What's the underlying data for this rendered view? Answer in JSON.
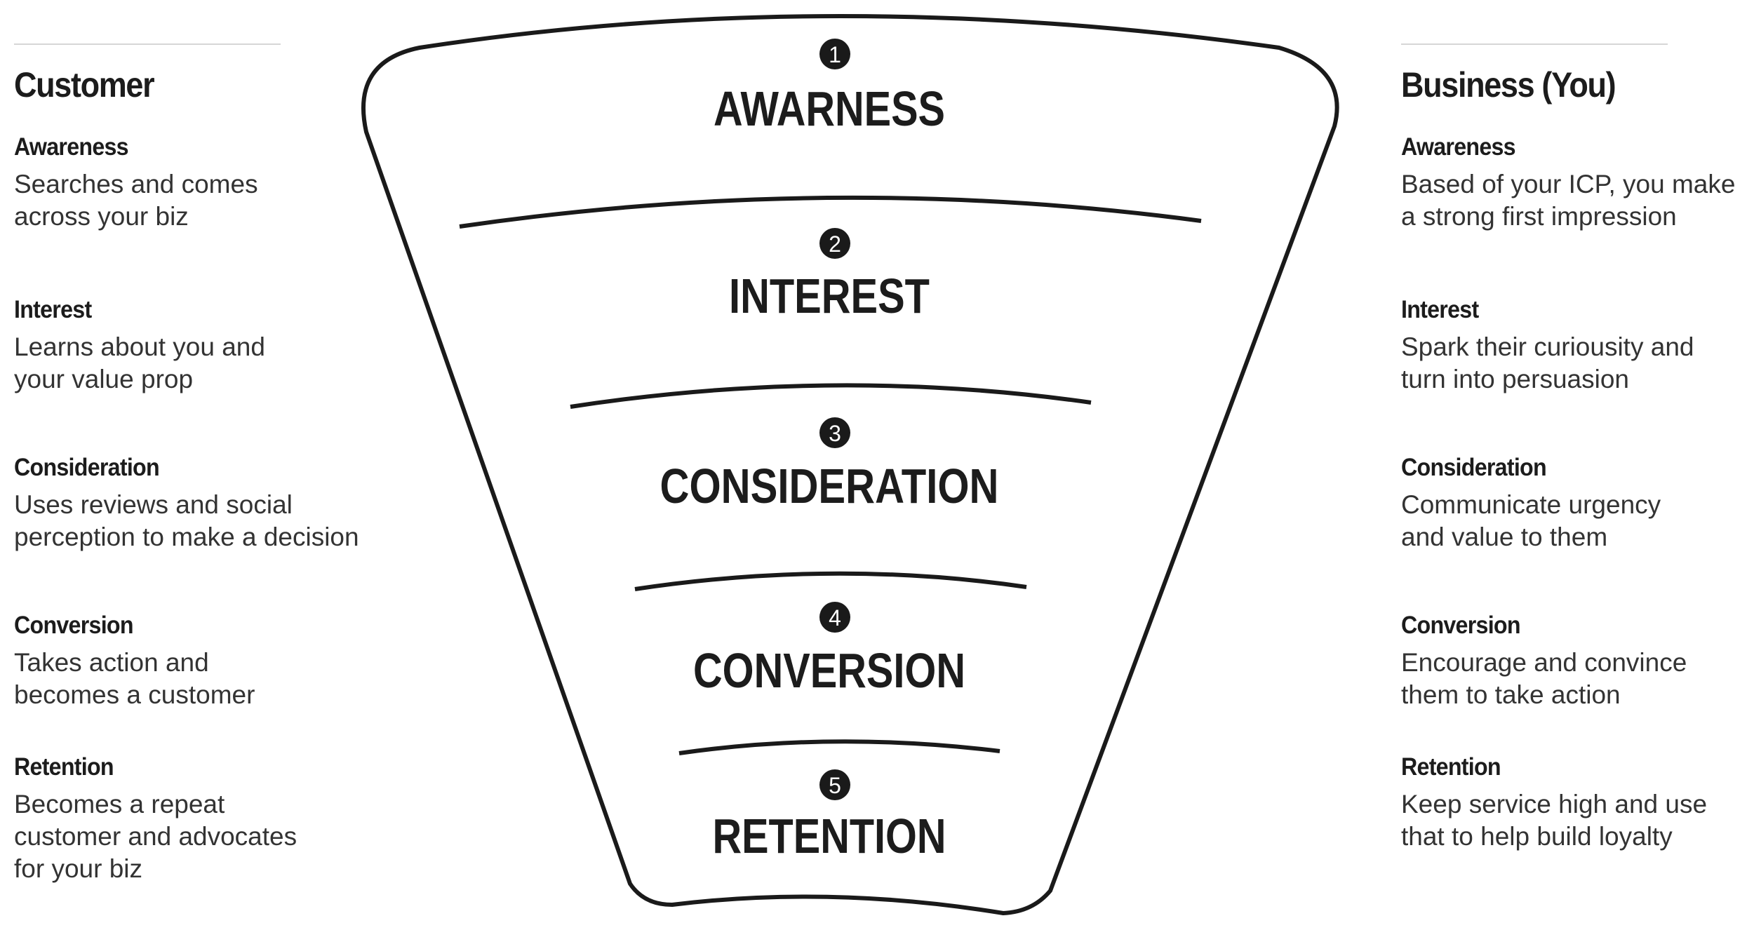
{
  "customer": {
    "title": "Customer",
    "items": [
      {
        "title": "Awareness",
        "text": "Searches and comes\nacross your biz"
      },
      {
        "title": "Interest",
        "text": "Learns about you and\nyour value prop"
      },
      {
        "title": "Consideration",
        "text": "Uses reviews and social\nperception to make a decision"
      },
      {
        "title": "Conversion",
        "text": "Takes action and\nbecomes a customer"
      },
      {
        "title": "Retention",
        "text": "Becomes a repeat\ncustomer and advocates\nfor your biz"
      }
    ]
  },
  "business": {
    "title": "Business (You)",
    "items": [
      {
        "title": "Awareness",
        "text": "Based of your ICP, you make\na strong first impression"
      },
      {
        "title": "Interest",
        "text": "Spark their curiousity and\nturn into persuasion"
      },
      {
        "title": "Consideration",
        "text": "Communicate urgency\nand value to them"
      },
      {
        "title": "Conversion",
        "text": "Encourage and convince\nthem to take action"
      },
      {
        "title": "Retention",
        "text": "Keep service high and use\nthat to help build loyalty"
      }
    ]
  },
  "funnel": {
    "stages": [
      {
        "number": "1",
        "label": "AWARNESS"
      },
      {
        "number": "2",
        "label": "INTEREST"
      },
      {
        "number": "3",
        "label": "CONSIDERATION"
      },
      {
        "number": "4",
        "label": "CONVERSION"
      },
      {
        "number": "5",
        "label": "RETENTION"
      }
    ]
  }
}
